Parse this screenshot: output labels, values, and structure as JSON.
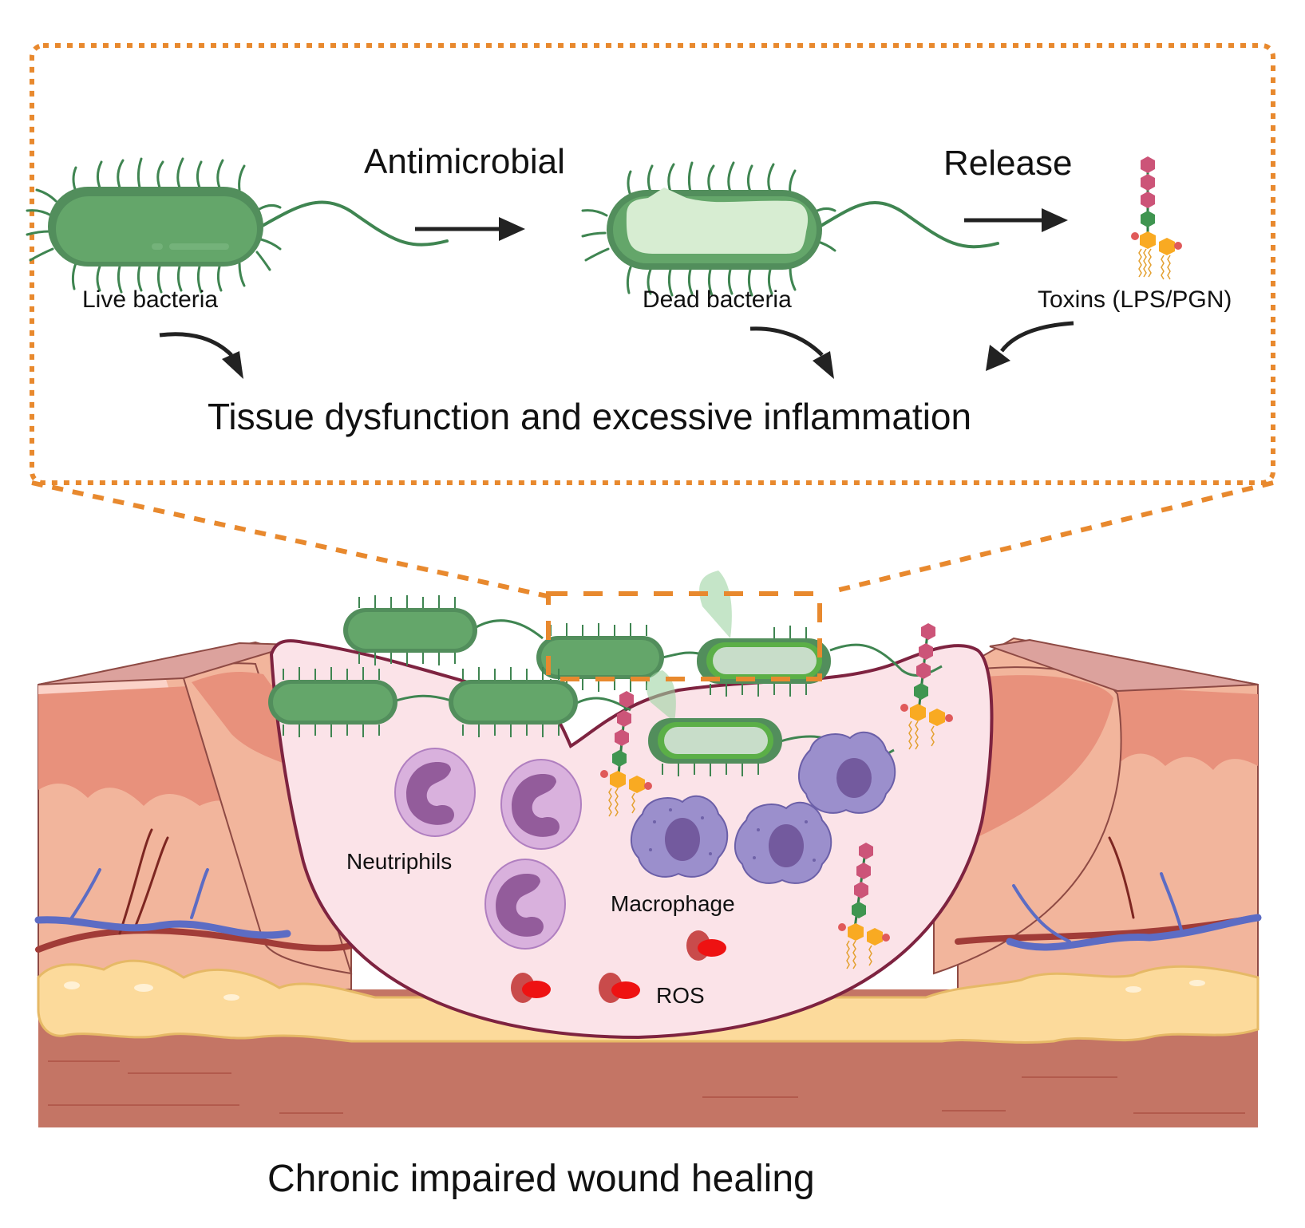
{
  "inset": {
    "step_labels": {
      "antimicrobial": "Antimicrobial",
      "release": "Release"
    },
    "items": {
      "live_bacteria": "Live bacteria",
      "dead_bacteria": "Dead bacteria",
      "toxins": "Toxins (LPS/PGN)"
    },
    "outcome": "Tissue dysfunction and excessive inflammation"
  },
  "wound": {
    "labels": {
      "neutrophils": "Neutriphils",
      "macrophage": "Macrophage",
      "ros": "ROS"
    }
  },
  "caption": "Chronic impaired wound healing",
  "colors": {
    "callout_orange": "#E8892E",
    "bacteria_green": "#64A66A",
    "bacteria_dark": "#3F8551",
    "dead_fill": "#D7EDD2",
    "neutrophil": "#D9B1DD",
    "neutrophil_nucleus": "#935C9B",
    "macrophage": "#9B8FCC",
    "macrophage_nucleus": "#735A9E",
    "wound_bed": "#FBE3E8",
    "wound_border": "#7E2340",
    "epidermis": "#E8917C",
    "dermis": "#F2B59C",
    "fat": "#FCDA9B",
    "muscle": "#C47565",
    "vein": "#5C6CC4",
    "artery": "#A13C38",
    "ros_red": "#EE1212",
    "lps_pink": "#CC5478",
    "lps_orange": "#F9AA22",
    "arrow": "#222222"
  }
}
